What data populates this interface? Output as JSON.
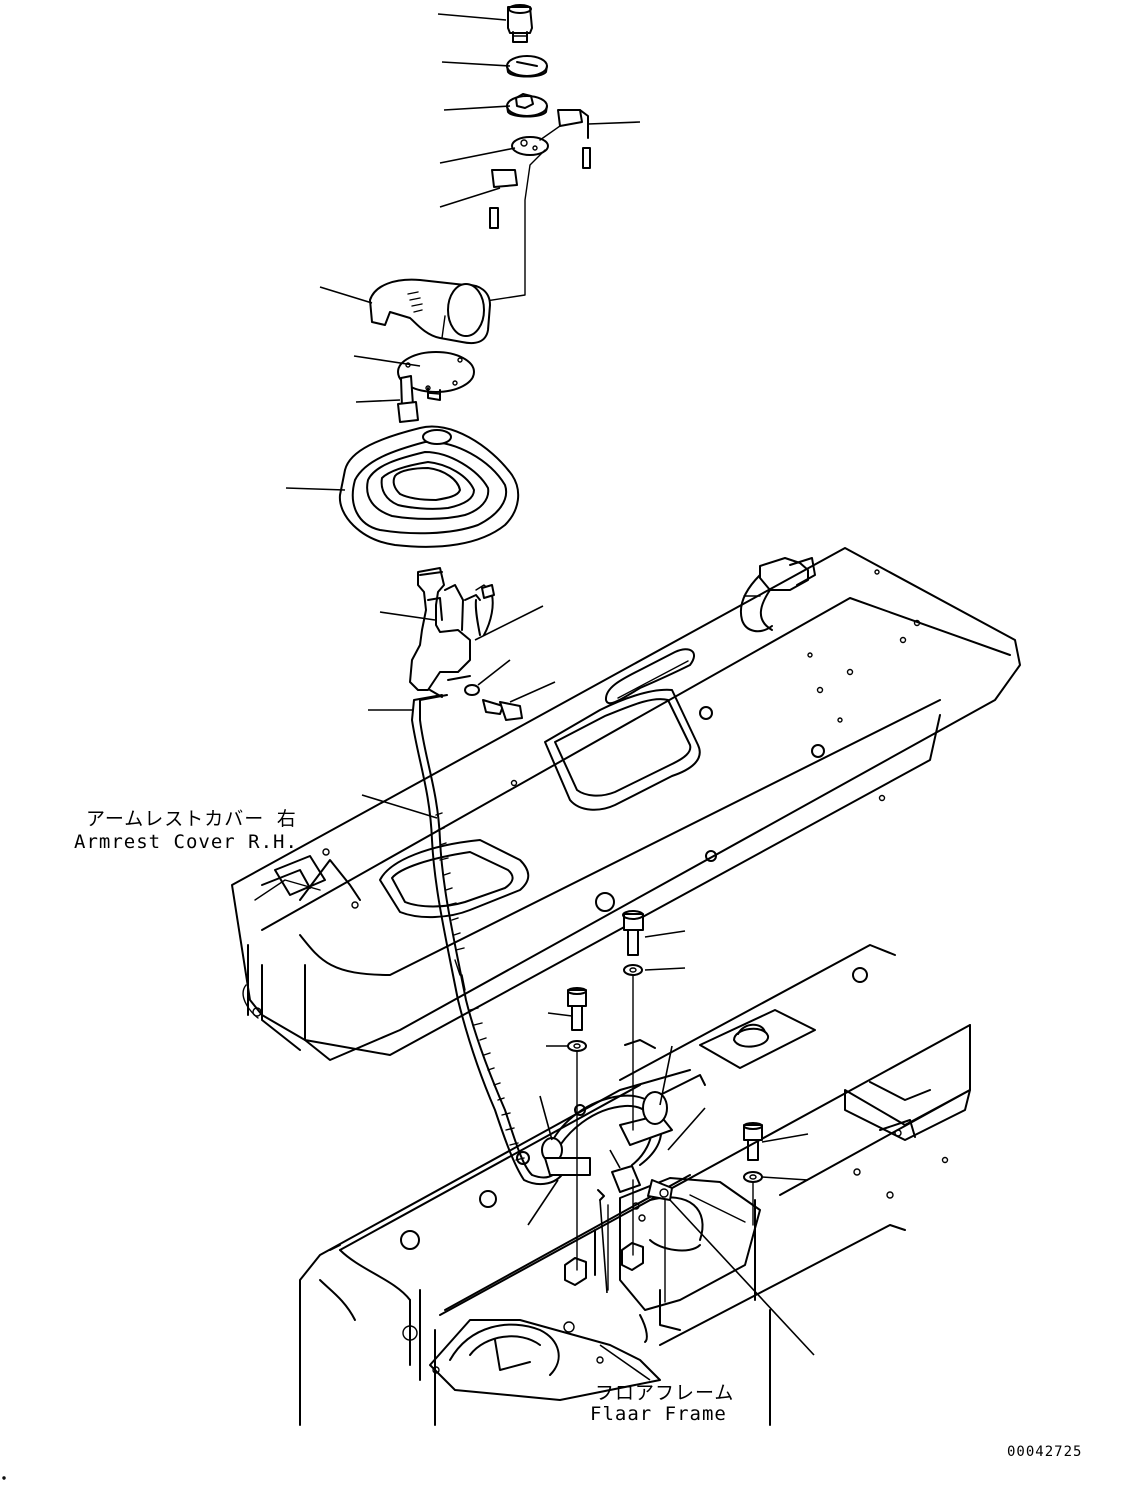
{
  "labels": {
    "armrest_jp": "アームレストカバー 右",
    "armrest_en": "Armrest Cover R.H.",
    "floor_jp": "フロアフレーム",
    "floor_en": "Flaar Frame",
    "drawing_number": "00042725"
  }
}
